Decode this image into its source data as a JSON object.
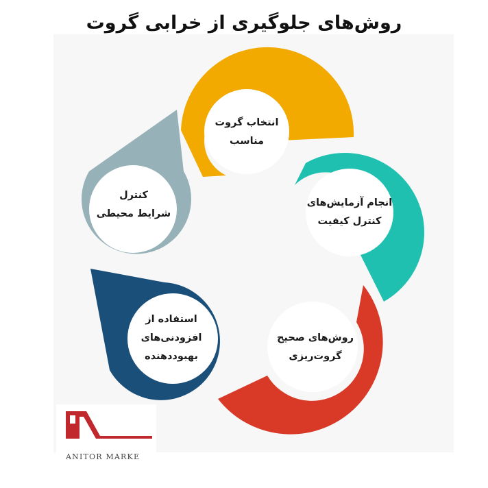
{
  "title": "روش‌های جلوگیری از خرابی گروت",
  "steps": [
    {
      "line1": "انتخاب گروت",
      "line2": "مناسب",
      "line3": "",
      "color": "#f2a900"
    },
    {
      "line1": "انجام آزمایش‌های",
      "line2": "کنترل کیفیت",
      "line3": "",
      "color": "#1fc0b0"
    },
    {
      "line1": "روش‌های صحیح",
      "line2": "گروت‌ریزی",
      "line3": "",
      "color": "#d93a28"
    },
    {
      "line1": "استفاده از",
      "line2": "افزودنی‌های",
      "line3": "بهبوددهنده",
      "color": "#1a4f7a"
    },
    {
      "line1": "کنترل",
      "line2": "شرایط محیطی",
      "line3": "",
      "color": "#96b1b7"
    }
  ],
  "logo": {
    "text": "ANITOR MARKE",
    "color": "#c0282d"
  }
}
